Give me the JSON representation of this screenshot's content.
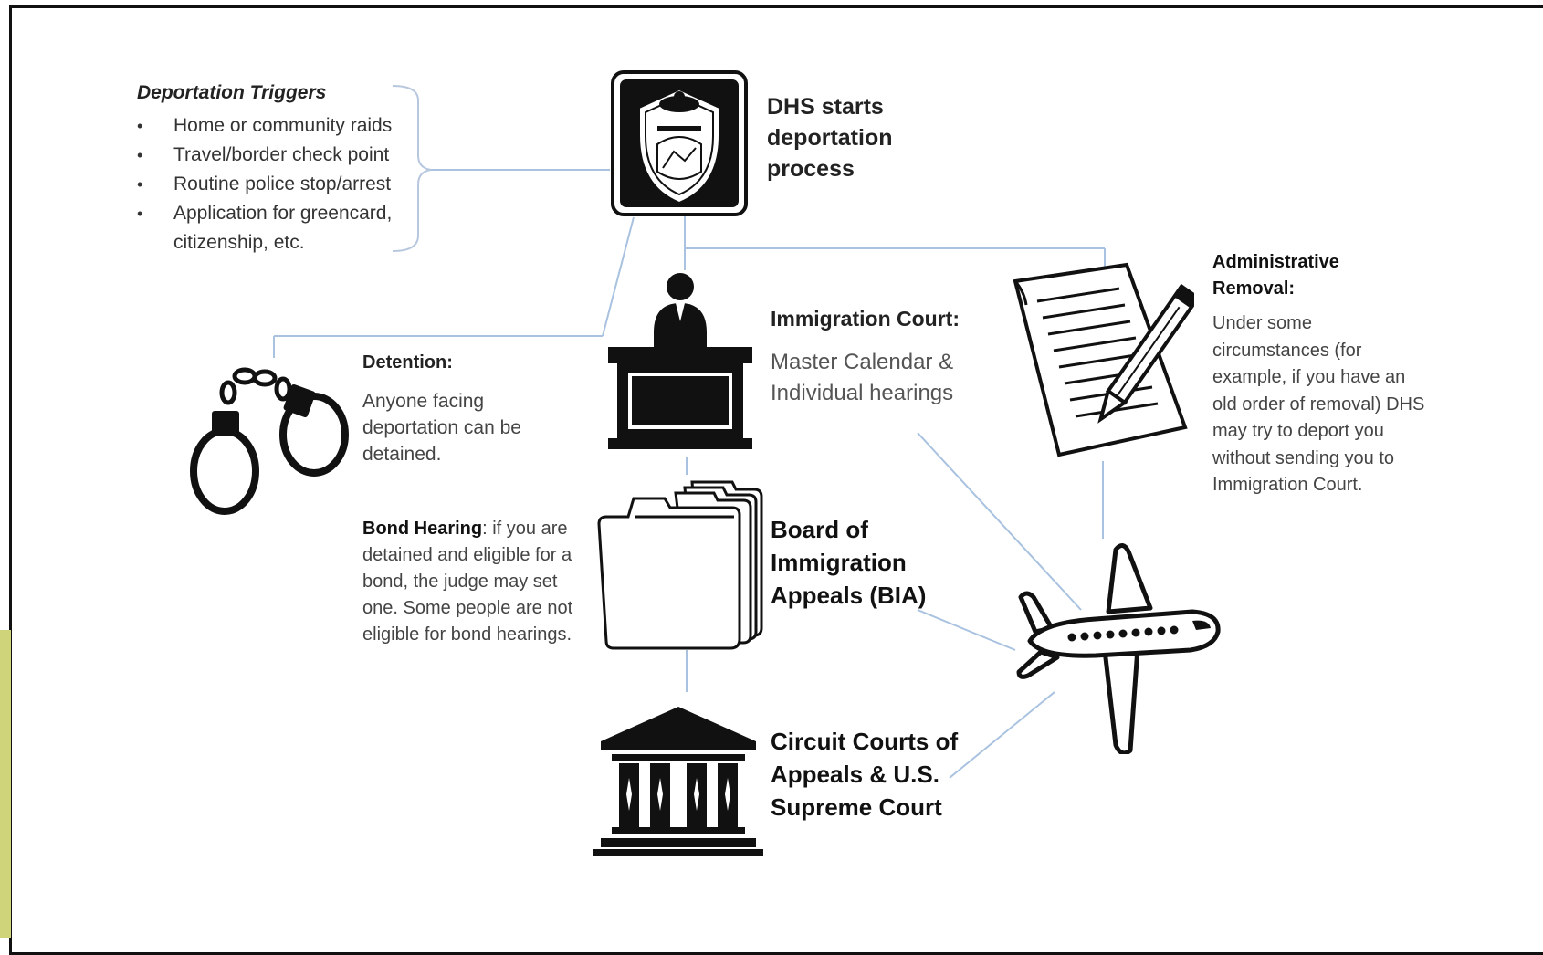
{
  "diagram": {
    "triggers": {
      "title": "Deportation Triggers",
      "items": [
        "Home or community raids",
        "Travel/border check point",
        "Routine police stop/arrest",
        "Application for greencard, citizenship, etc."
      ]
    },
    "dhs": {
      "label": "DHS starts deportation process",
      "icon": "police-badge-icon"
    },
    "immigration_court": {
      "title": "Immigration Court:",
      "subtitle": "Master Calendar & Individual hearings",
      "icon": "judge-podium-icon"
    },
    "detention": {
      "title": "Detention:",
      "body": "Anyone facing deportation can be detained.",
      "icon": "handcuffs-icon"
    },
    "bond_hearing": {
      "title": "Bond Hearing",
      "body": ": if you are detained and eligible for a bond, the judge may set one. Some people are not eligible for bond hearings."
    },
    "bia": {
      "label": "Board of Immigration Appeals (BIA)",
      "icon": "file-folder-icon"
    },
    "circuit": {
      "label": "Circuit Courts of Appeals & U.S. Supreme Court",
      "icon": "courthouse-icon"
    },
    "admin_removal": {
      "title": "Administrative Removal:",
      "body": "Under some circumstances (for example, if you have an old order of removal) DHS may try to deport you without sending you to Immigration Court.",
      "icon": "document-pencil-icon"
    },
    "deportation": {
      "icon": "airplane-icon"
    },
    "colors": {
      "connector": "#a9c2e0",
      "ink": "#111111"
    }
  }
}
